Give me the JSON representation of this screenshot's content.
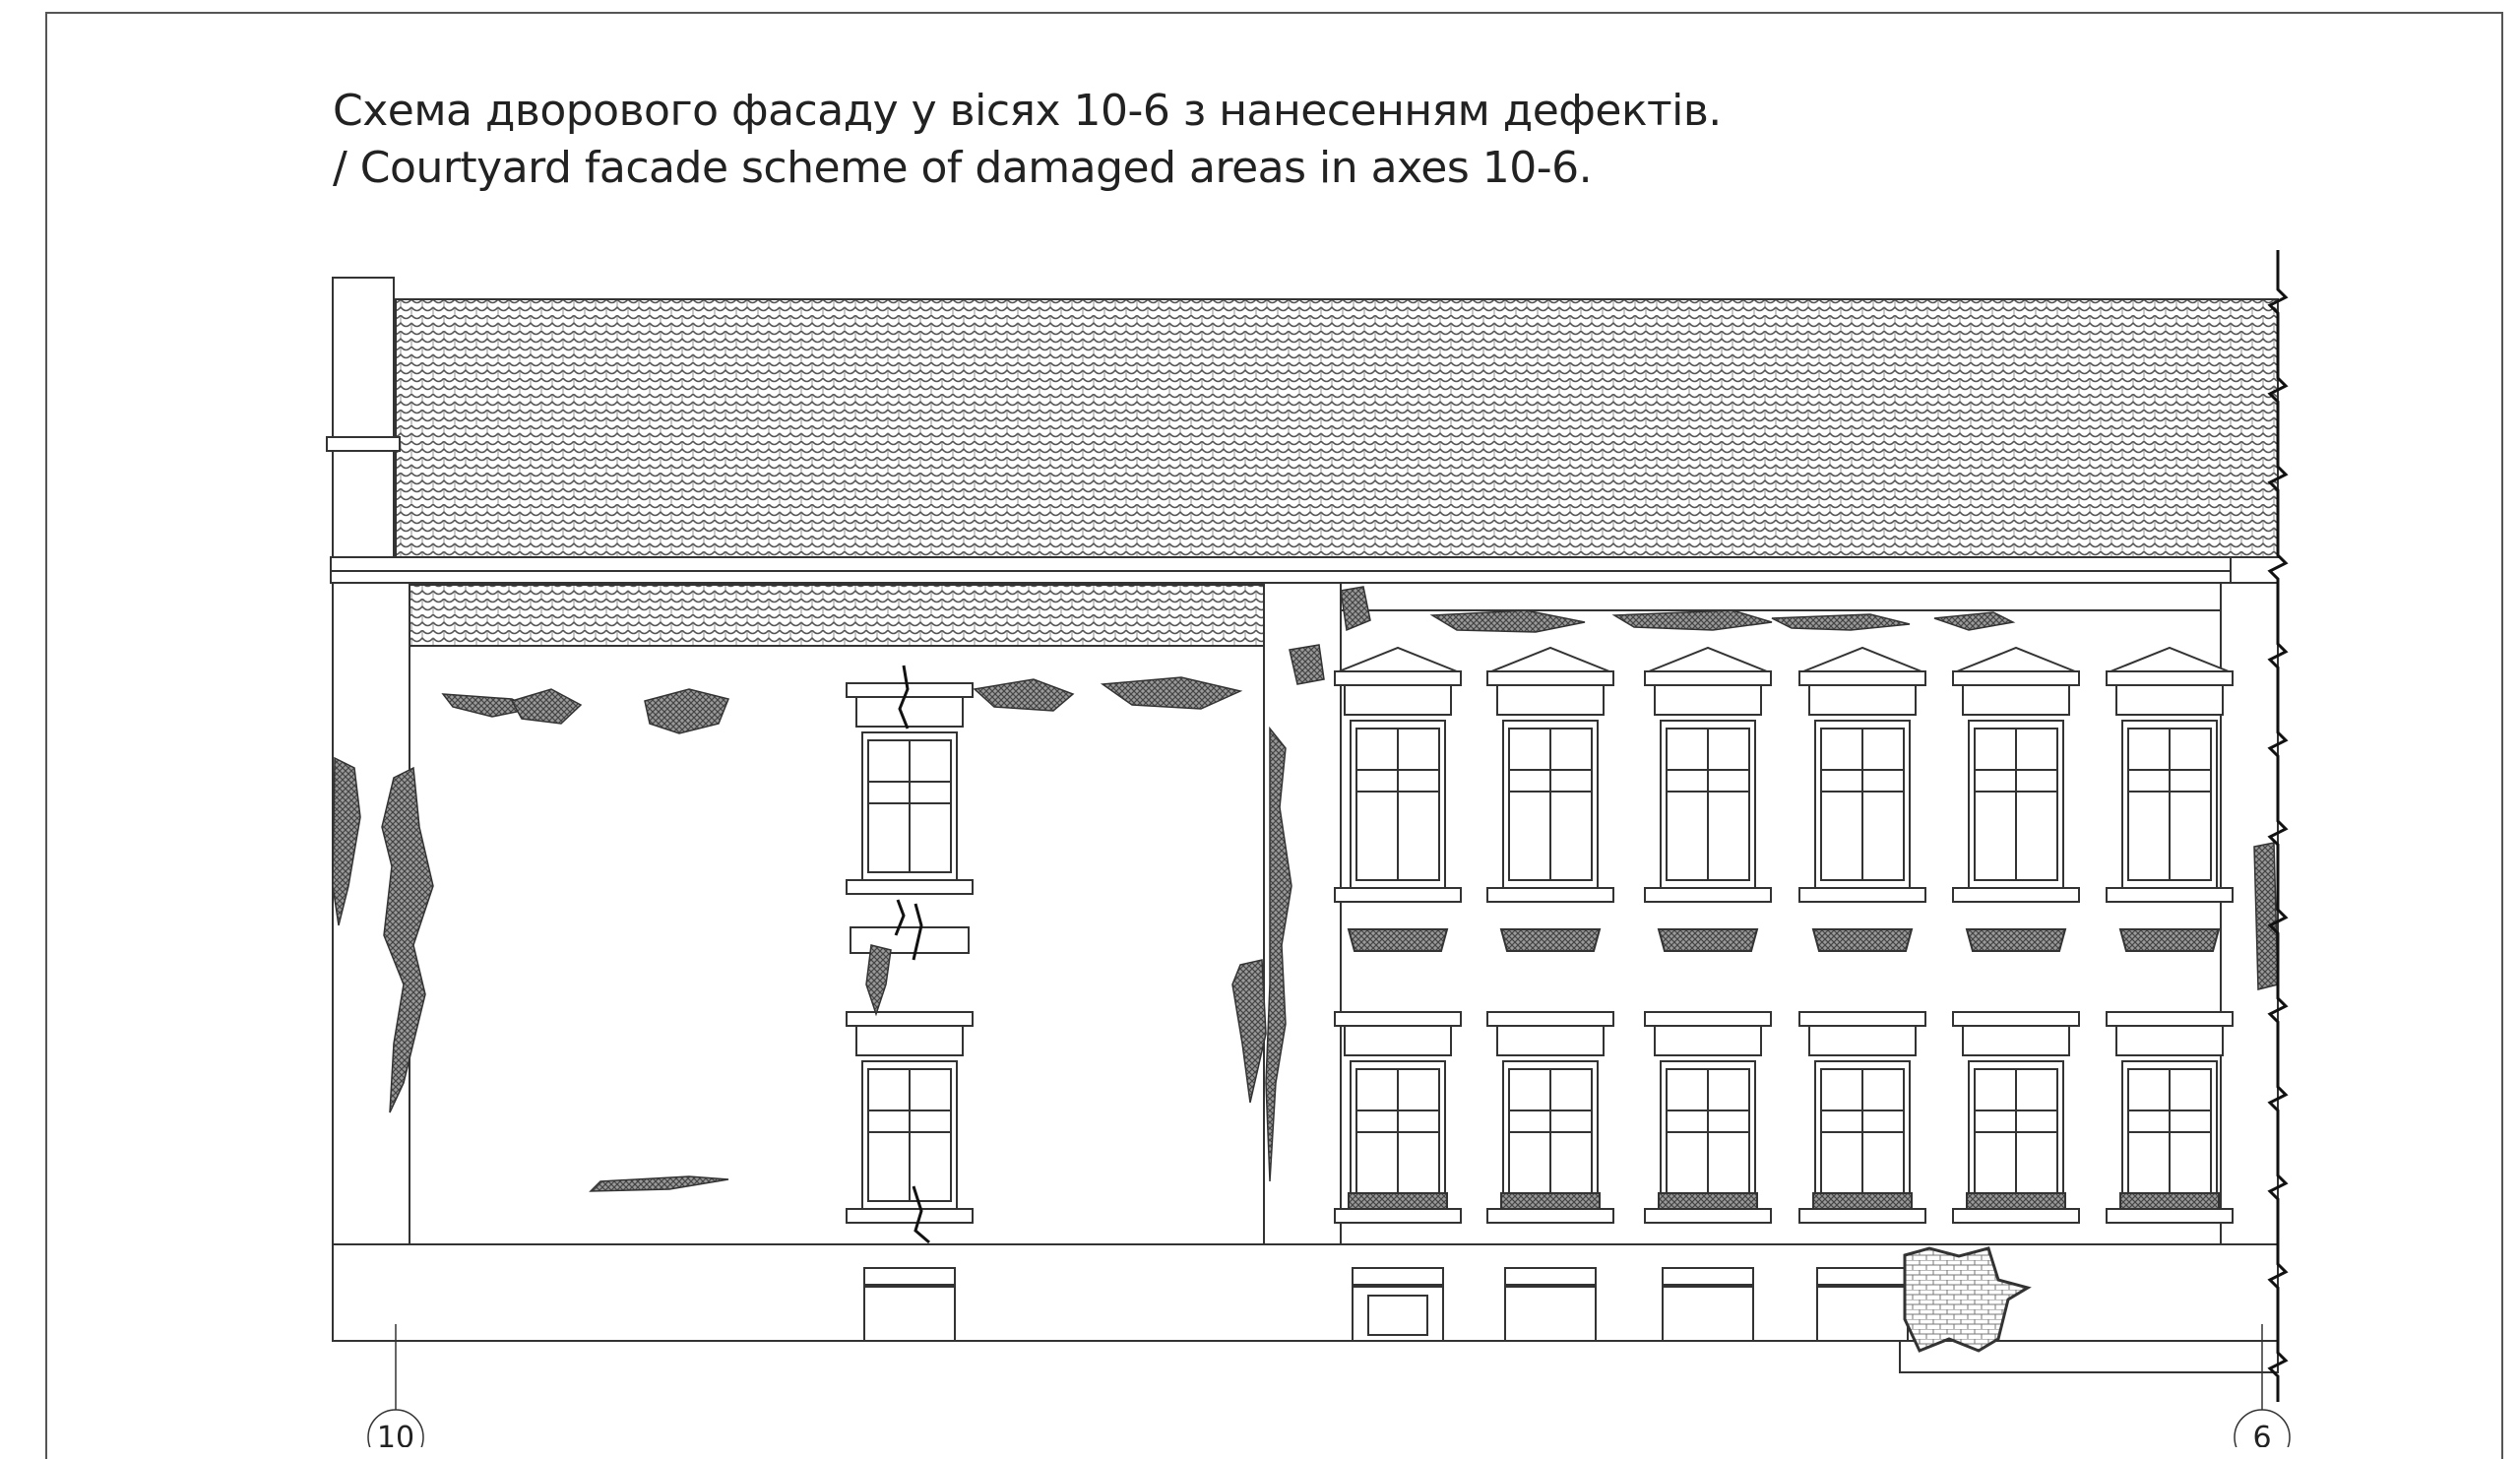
{
  "title": {
    "line1": "Схема дворового фасаду у вісях 10-6 з нанесенням дефектів.",
    "line2": "/ Courtyard facade scheme of damaged areas in axes 10-6."
  },
  "axes": {
    "left": "10",
    "right": "6"
  },
  "colors": {
    "line": "#333333",
    "damage": "#6b6b6b",
    "crack": "#111111"
  }
}
